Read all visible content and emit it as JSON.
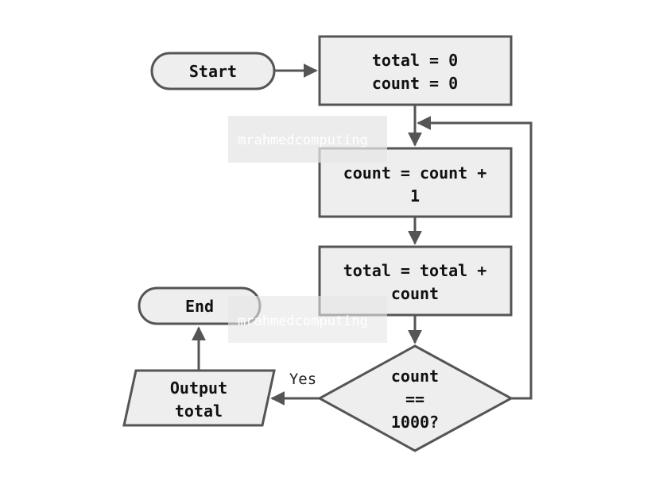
{
  "diagram": {
    "start_label": "Start",
    "init_lines": [
      "total = 0",
      "count = 0"
    ],
    "increment_lines": [
      "count = count +",
      "1"
    ],
    "accumulate_lines": [
      "total = total +",
      "count"
    ],
    "decision_lines": [
      "count",
      "==",
      "1000?"
    ],
    "yes_label": "Yes",
    "output_lines": [
      "Output",
      "total"
    ],
    "end_label": "End",
    "watermark": "mrahmedcomputing"
  },
  "colors": {
    "node_fill": "#eeeeee",
    "stroke": "#555555",
    "text": "#111111",
    "watermark_box": "#e6e6e6"
  }
}
